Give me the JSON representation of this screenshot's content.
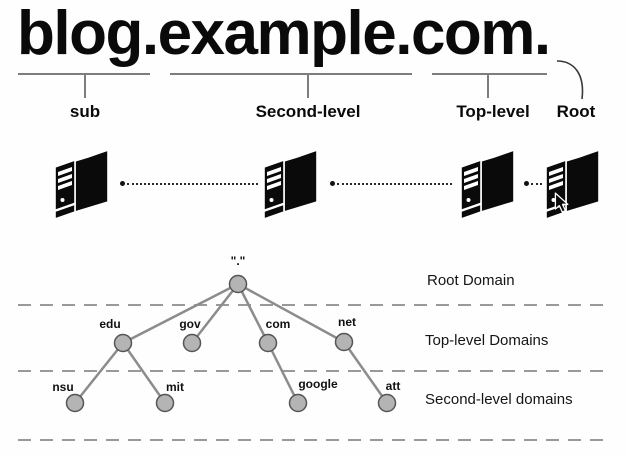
{
  "title": {
    "text": "blog.example.com.",
    "annotations": [
      {
        "label": "sub"
      },
      {
        "label": "Second-level"
      },
      {
        "label": "Top-level"
      },
      {
        "label": "Root"
      }
    ]
  },
  "servers": {
    "count": 4,
    "icon": "server-tower-icon",
    "cursor_icon": "mouse-cursor-icon"
  },
  "tree": {
    "nodes": [
      {
        "label": "\".\"",
        "level": "root"
      },
      {
        "label": "edu",
        "level": "top"
      },
      {
        "label": "gov",
        "level": "top"
      },
      {
        "label": "com",
        "level": "top"
      },
      {
        "label": "net",
        "level": "top"
      },
      {
        "label": "nsu",
        "level": "second"
      },
      {
        "label": "mit",
        "level": "second"
      },
      {
        "label": "google",
        "level": "second"
      },
      {
        "label": "att",
        "level": "second"
      }
    ],
    "level_labels": [
      "Root Domain",
      "Top-level Domains",
      "Second-level domains"
    ]
  },
  "colors": {
    "node_fill": "#b4b4b4",
    "node_stroke": "#555555",
    "edge": "#8c8c8c",
    "dashed_line": "#999999",
    "bracket": "#7d7d7d",
    "text": "#0a0a0a"
  }
}
